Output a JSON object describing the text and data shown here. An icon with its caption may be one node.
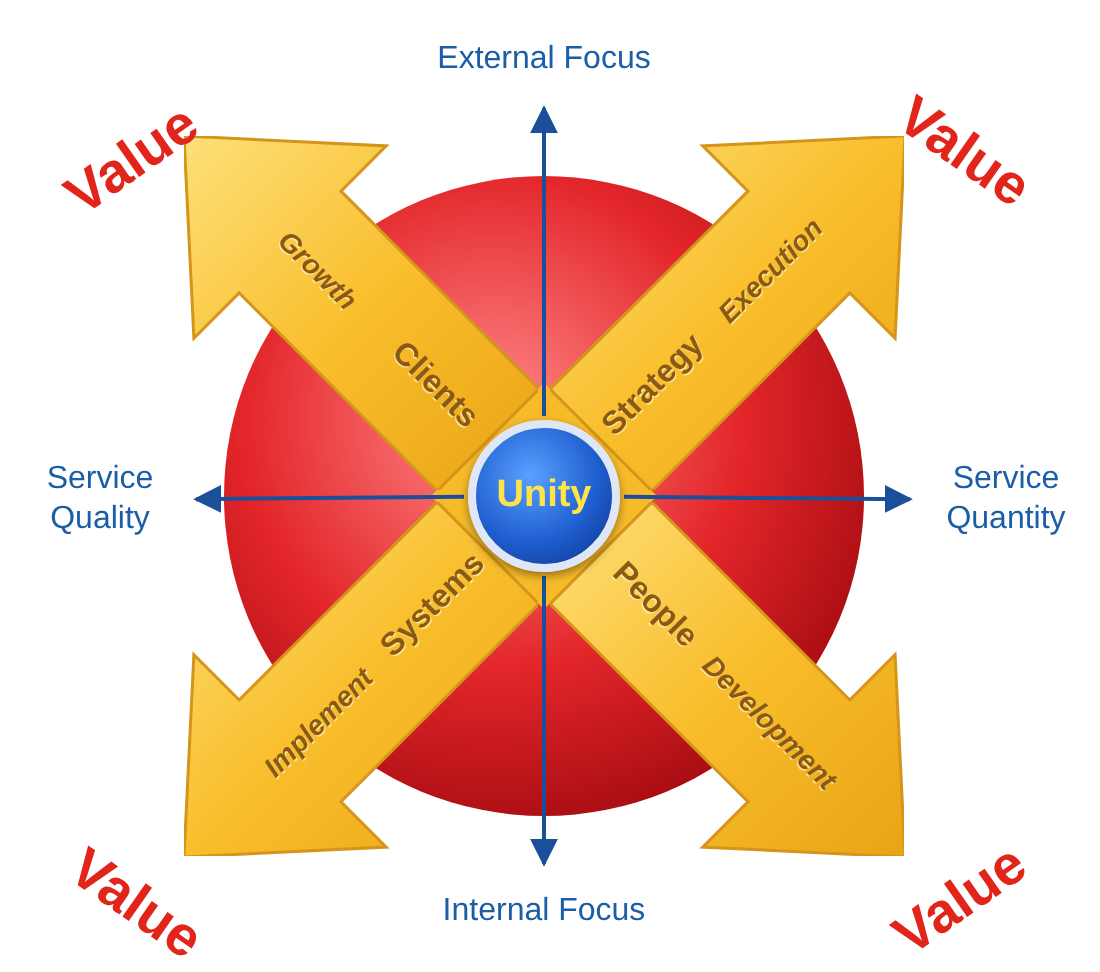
{
  "diagram": {
    "nodes": [
      {
        "text": [
          "External Focus"
        ]
      },
      {
        "text": [
          "Clients",
          "Growth"
        ]
      },
      {
        "text": [
          "Strategy",
          "Execution"
        ]
      },
      {
        "text": [
          "Service Quality"
        ]
      },
      {
        "text": [
          "Unity"
        ]
      },
      {
        "text": [
          "Service Quantity"
        ]
      },
      {
        "text": [
          "Systems",
          "Implement"
        ]
      },
      {
        "text": [
          "People",
          "Development"
        ]
      },
      {
        "text": [
          "Internal Focus"
        ]
      }
    ],
    "edges": [
      {
        "from": 4,
        "to": 0,
        "arrow": "to"
      },
      {
        "from": 4,
        "to": 3,
        "arrow": "to"
      },
      {
        "from": 4,
        "to": 5,
        "arrow": "to"
      },
      {
        "from": 4,
        "to": 8,
        "arrow": "to"
      }
    ],
    "labels": [
      "Value",
      "Value",
      "Value",
      "Value"
    ]
  }
}
